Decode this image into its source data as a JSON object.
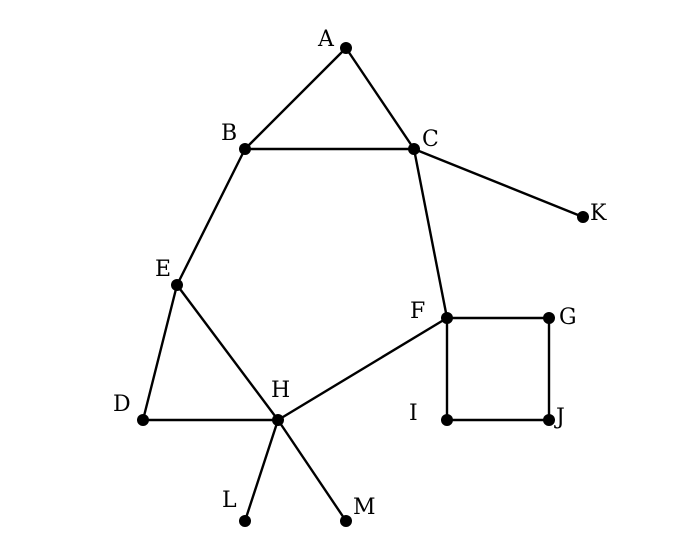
{
  "nodes": [
    {
      "id": "A",
      "label": "A"
    },
    {
      "id": "B",
      "label": "B"
    },
    {
      "id": "C",
      "label": "C"
    },
    {
      "id": "K",
      "label": "K"
    },
    {
      "id": "E",
      "label": "E"
    },
    {
      "id": "F",
      "label": "F"
    },
    {
      "id": "G",
      "label": "G"
    },
    {
      "id": "I",
      "label": "I"
    },
    {
      "id": "J",
      "label": "J"
    },
    {
      "id": "D",
      "label": "D"
    },
    {
      "id": "H",
      "label": "H"
    },
    {
      "id": "L",
      "label": "L"
    },
    {
      "id": "M",
      "label": "M"
    }
  ],
  "edges": [
    [
      "A",
      "B"
    ],
    [
      "A",
      "C"
    ],
    [
      "B",
      "C"
    ],
    [
      "C",
      "K"
    ],
    [
      "B",
      "E"
    ],
    [
      "C",
      "F"
    ],
    [
      "E",
      "D"
    ],
    [
      "E",
      "H"
    ],
    [
      "D",
      "H"
    ],
    [
      "H",
      "F"
    ],
    [
      "F",
      "G"
    ],
    [
      "F",
      "I"
    ],
    [
      "G",
      "J"
    ],
    [
      "I",
      "J"
    ],
    [
      "H",
      "L"
    ],
    [
      "H",
      "M"
    ]
  ]
}
